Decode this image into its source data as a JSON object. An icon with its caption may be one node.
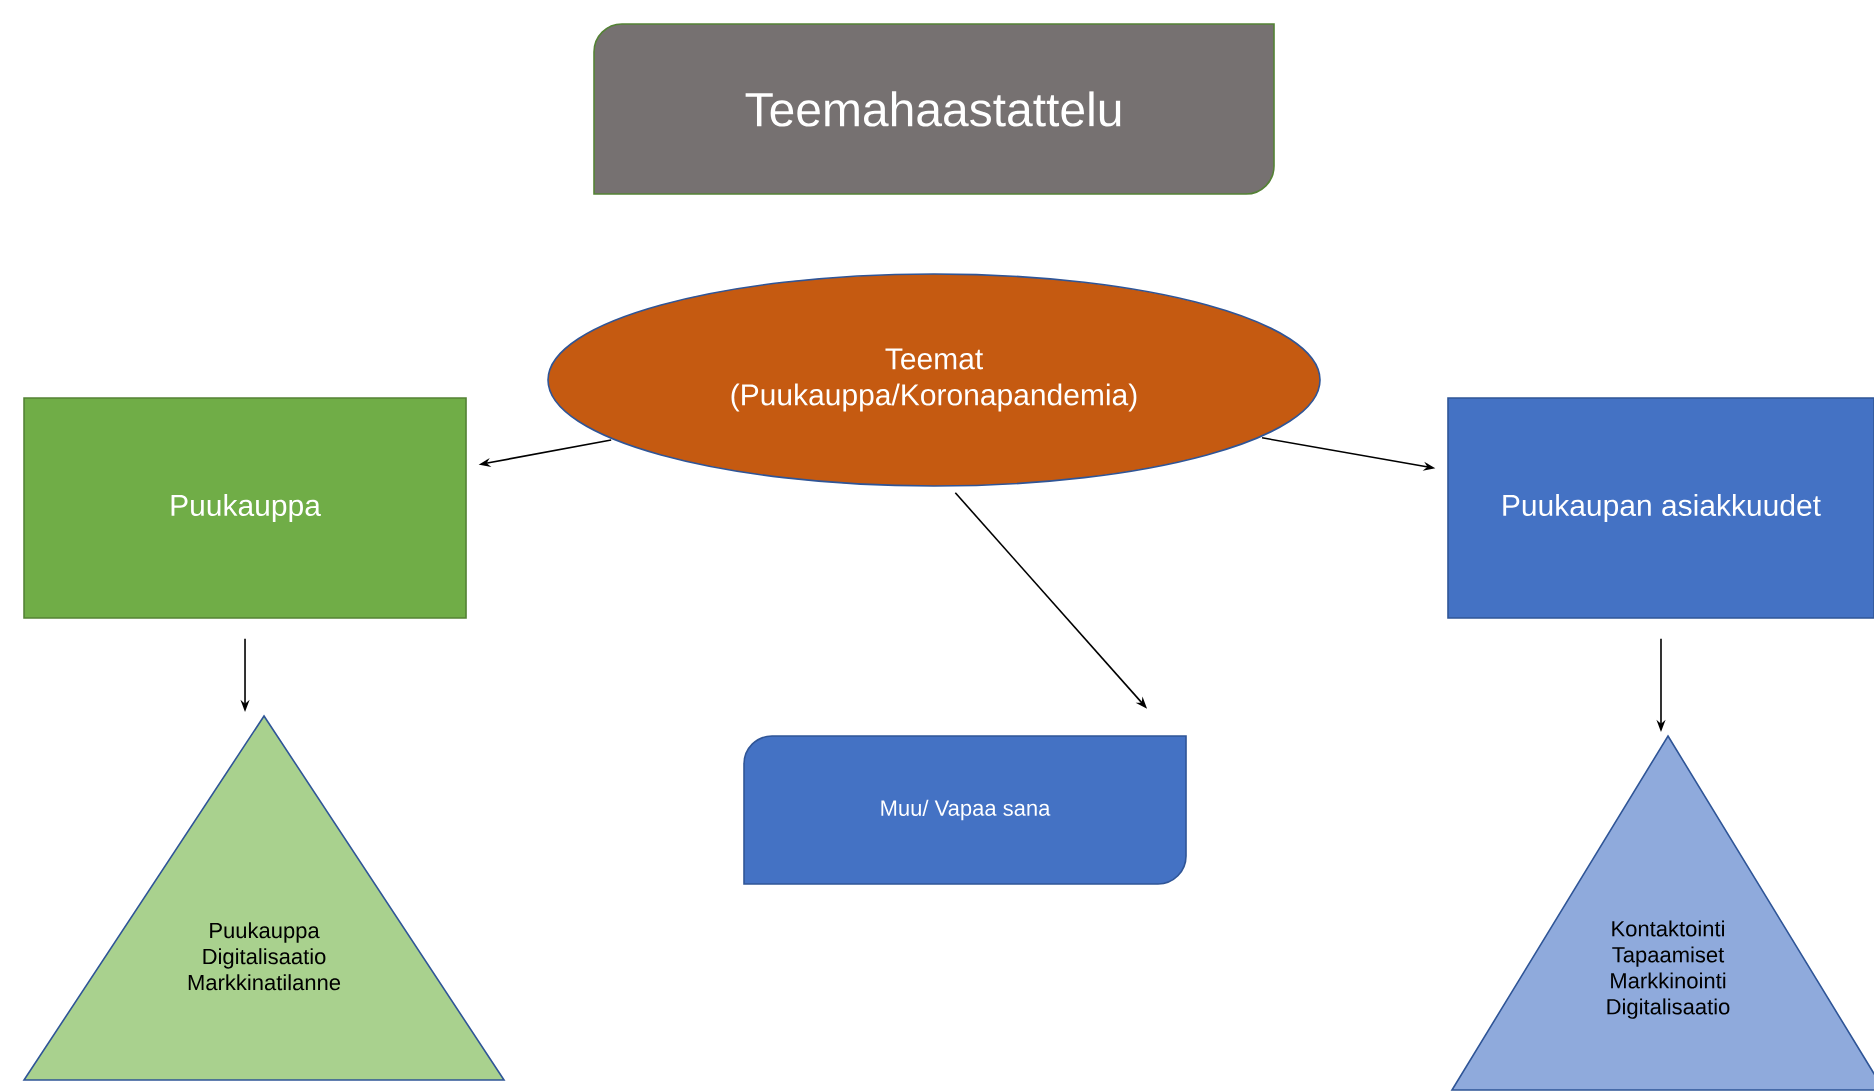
{
  "diagram": {
    "nodes": [
      {
        "text": [
          "Teemahaastattelu"
        ]
      },
      {
        "text": [
          "Teemat (Puukauppa/Koronapandemia)"
        ]
      },
      {
        "text": [
          "Puukauppa"
        ]
      },
      {
        "text": [
          "Puukaupan asiakkuudet"
        ]
      },
      {
        "text": [
          "Muu/ Vapaa sana"
        ]
      },
      {
        "text": [
          "Puukauppa",
          "Digitalisaatio",
          "Markkinatilanne"
        ]
      },
      {
        "text": [
          "Kontaktointi",
          "Tapaamiset",
          "Markkinointi",
          "Digitalisaatio"
        ]
      }
    ],
    "edges": [
      {
        "from": 1,
        "to": 2,
        "arrow": "to"
      },
      {
        "from": 1,
        "to": 3,
        "arrow": "to"
      },
      {
        "from": 1,
        "to": 4,
        "arrow": "to"
      },
      {
        "from": 2,
        "to": 5,
        "arrow": "to"
      },
      {
        "from": 3,
        "to": 6,
        "arrow": "to"
      }
    ]
  }
}
